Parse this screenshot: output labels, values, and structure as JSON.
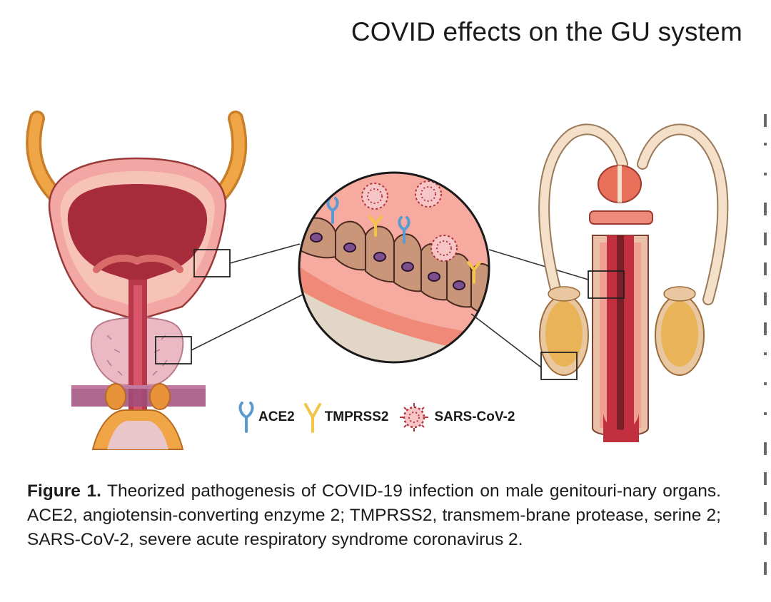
{
  "header": {
    "running_title": "COVID effects on the GU system"
  },
  "legend": {
    "items": [
      {
        "label": "ACE2",
        "icon": "ace2-receptor-icon",
        "color": "#5b9bd1"
      },
      {
        "label": "TMPRSS2",
        "icon": "tmprss2-receptor-icon",
        "color": "#f2c44a"
      },
      {
        "label": "SARS-CoV-2",
        "icon": "virus-icon",
        "color": "#b2343d"
      }
    ]
  },
  "caption": {
    "label": "Figure 1.",
    "text": " Theorized pathogenesis of COVID-19 infection on male genitouri-nary organs. ACE2, angiotensin-converting enzyme 2; TMPRSS2, transmem-brane protease, serine 2; SARS-CoV-2, severe acute respiratory syndrome coronavirus 2."
  },
  "colors": {
    "ureter": "#f0a646",
    "bladder_outer": "#f3a7a5",
    "bladder_inner": "#a62b3b",
    "prostate": "#eab9c4",
    "epithelium": "#c9967a",
    "nucleus": "#7d4f8f",
    "lumen_pink": "#f6aaa0",
    "testis": "#e9b458"
  }
}
